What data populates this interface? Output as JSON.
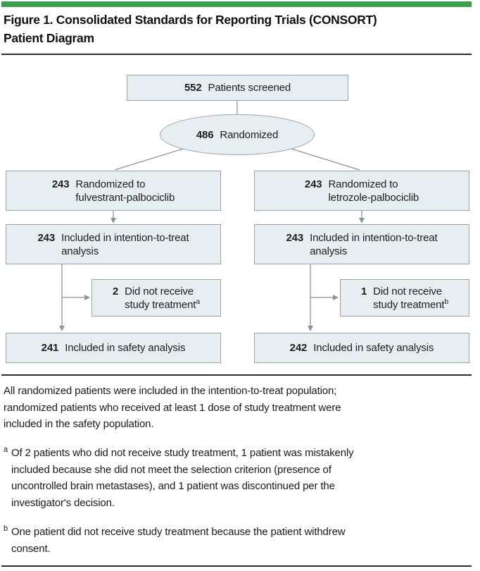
{
  "title": "Figure 1. Consolidated Standards for Reporting Trials (CONSORT)\nPatient Diagram",
  "diagram": {
    "screened": {
      "n": "552",
      "label": "Patients screened"
    },
    "randomized": {
      "n": "486",
      "label": "Randomized"
    },
    "arms": [
      {
        "randomized_to": {
          "n": "243",
          "label": "Randomized to\nfulvestrant-palbociclib"
        },
        "itt": {
          "n": "243",
          "label": "Included in intention-to-treat\nanalysis"
        },
        "not_treated": {
          "n": "2",
          "label": "Did not receive\nstudy treatment",
          "footnote_marker": "a"
        },
        "safety": {
          "n": "241",
          "label": "Included in safety analysis"
        }
      },
      {
        "randomized_to": {
          "n": "243",
          "label": "Randomized to\nletrozole-palbociclib"
        },
        "itt": {
          "n": "243",
          "label": "Included in intention-to-treat\nanalysis"
        },
        "not_treated": {
          "n": "1",
          "label": "Did not receive\nstudy treatment",
          "footnote_marker": "b"
        },
        "safety": {
          "n": "242",
          "label": "Included in safety analysis"
        }
      }
    ]
  },
  "caption": {
    "note": "All randomized patients were included in the intention-to-treat population;\nrandomized patients who received at least 1 dose of study treatment were\nincluded in the safety population.",
    "footnotes": [
      {
        "marker": "a",
        "text": "Of 2 patients who did not receive study treatment, 1 patient was mistakenly\nincluded because she did not meet the selection criterion (presence of\nuncontrolled brain metastases), and 1 patient was discontinued per the\ninvestigator's decision."
      },
      {
        "marker": "b",
        "text": "One patient did not receive study treatment because the patient withdrew\nconsent."
      }
    ]
  },
  "colors": {
    "accent_green": "#3f9e4b",
    "node_fill": "#e7eef1",
    "node_border": "#9aa3a7",
    "connector_gray": "#8b9498",
    "rule_dark": "#2e2e2e",
    "text_dark": "#1e1e1e"
  }
}
